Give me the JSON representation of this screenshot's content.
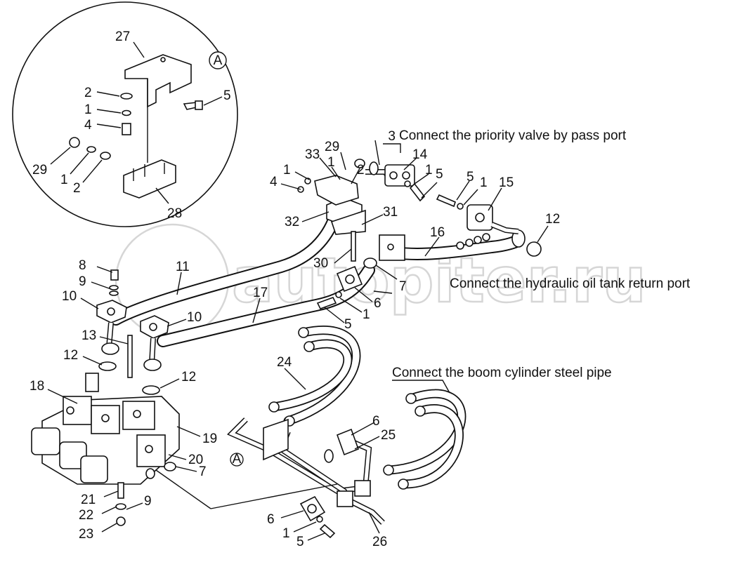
{
  "detail_marker": "A",
  "ref_marker": "A",
  "watermark": "autopiter.ru",
  "notes": {
    "priority_valve": "Connect the priority valve by pass port",
    "oil_tank": "Connect the hydraulic oil tank return port",
    "boom_cylinder": "Connect the boom cylinder steel pipe"
  },
  "labels": {
    "d27": "27",
    "d2a": "2",
    "d1a": "1",
    "d4": "4",
    "d5": "5",
    "d29": "29",
    "d1b": "1",
    "d2b": "2",
    "d28": "28",
    "p3": "3",
    "p29": "29",
    "p33": "33",
    "p1a": "1",
    "p2": "2",
    "p14": "14",
    "p1b": "1",
    "p5a": "5",
    "p1c": "1",
    "p4": "4",
    "p5b": "5",
    "p1d": "1",
    "p15": "15",
    "p12a": "12",
    "p16": "16",
    "p32": "32",
    "p31": "31",
    "p30": "30",
    "p7a": "7",
    "p6a": "6",
    "p1e": "1",
    "p5c": "5",
    "p8": "8",
    "p11": "11",
    "p9a": "9",
    "p10a": "10",
    "p17": "17",
    "p10b": "10",
    "p13": "13",
    "p12b": "12",
    "p12c": "12",
    "p18": "18",
    "p24": "24",
    "p19": "19",
    "p20": "20",
    "p7b": "7",
    "p6b": "6",
    "p25": "25",
    "p21": "21",
    "p22": "22",
    "p9b": "9",
    "p23": "23",
    "p6c": "6",
    "p1f": "1",
    "p5d": "5",
    "p26": "26"
  }
}
